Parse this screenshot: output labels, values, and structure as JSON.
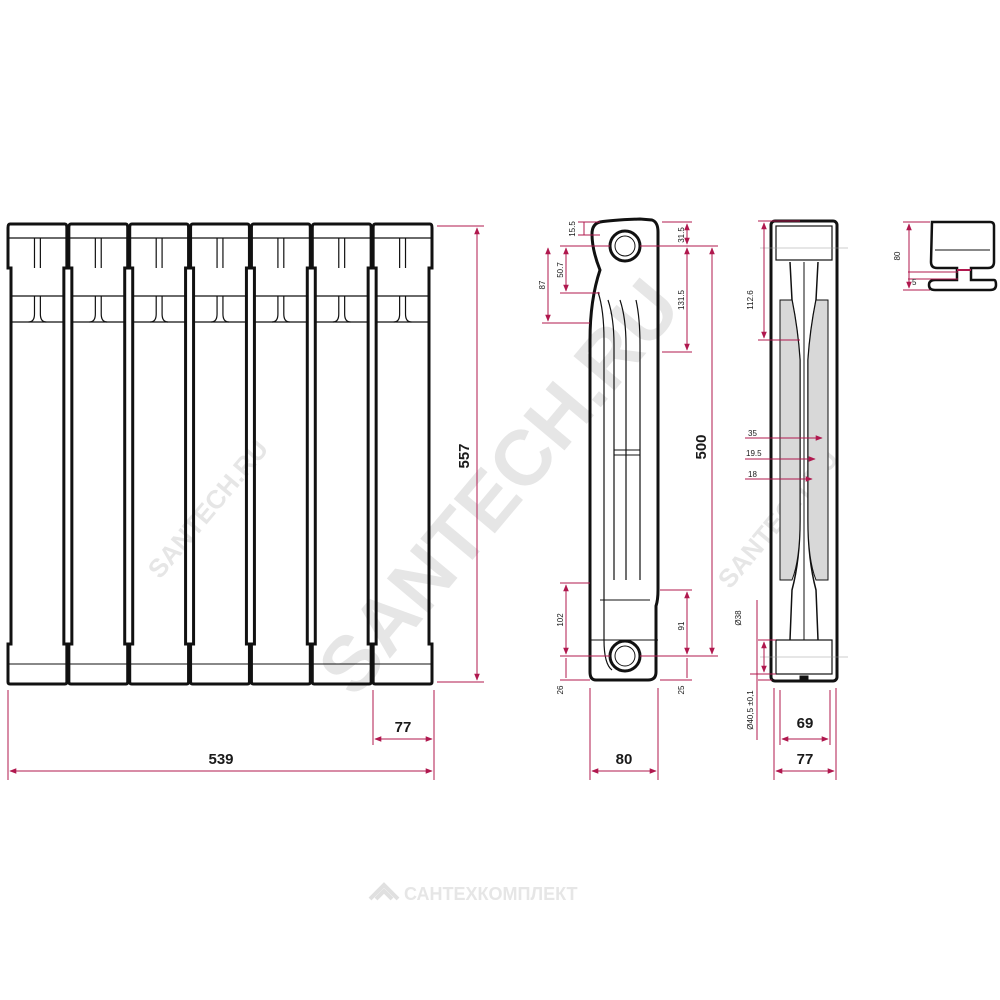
{
  "colors": {
    "dimension": "#b0184e",
    "outline": "#111111",
    "watermark": "#e4e4e4"
  },
  "watermark": {
    "diagonal_text": "SANTECH.RU",
    "footer_text": "САНТЕХКОМПЛЕКТ",
    "footer_icon": "logo-icon"
  },
  "front_view": {
    "section_count": 7,
    "dims": {
      "height": "557",
      "total_width": "539",
      "section_width": "77"
    }
  },
  "side_view": {
    "dims": {
      "top_offset": "15.5",
      "pipe_from_top": "50.7",
      "neck_height": "87",
      "top_cap": "31.5",
      "upper_fin": "131.5",
      "axis_distance": "500",
      "lower_fin": "102",
      "lower_neck": "91",
      "bottom_left": "26",
      "bottom_right": "25",
      "depth": "80"
    }
  },
  "section_view": {
    "dims": {
      "collector_height": "112.6",
      "web_outer": "35",
      "web_mid": "19.5",
      "web_inner": "18",
      "port_inner": "Ø38",
      "port_outer": "Ø40,5 ±0,1",
      "inner_width": "69",
      "outer_width": "77"
    }
  },
  "top_view": {
    "dims": {
      "height": "80",
      "gap": "5"
    }
  }
}
